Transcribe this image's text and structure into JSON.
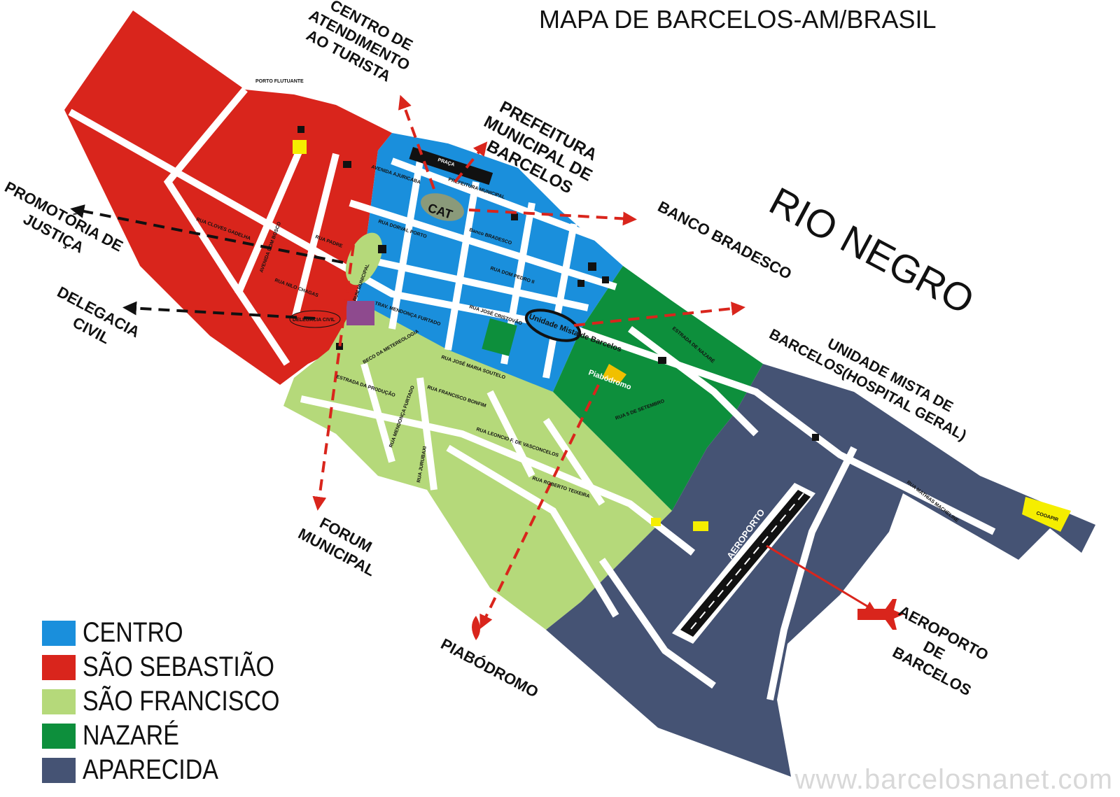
{
  "title": "MAPA DE BARCELOS-AM/BRASIL",
  "river": "RIO NEGRO",
  "colors": {
    "centro": "#1a8fdc",
    "sao_sebastiao": "#d9251c",
    "sao_francisco": "#b5d97a",
    "nazare": "#0d8f3c",
    "aparecida": "#455374",
    "arrow": "#d9251c",
    "black_arrow": "#111111"
  },
  "legend": [
    {
      "label": "CENTRO",
      "color": "#1a8fdc"
    },
    {
      "label": "SÃO SEBASTIÃO",
      "color": "#d9251c"
    },
    {
      "label": "SÃO FRANCISCO",
      "color": "#b5d97a"
    },
    {
      "label": "NAZARÉ",
      "color": "#0d8f3c"
    },
    {
      "label": "APARECIDA",
      "color": "#455374"
    }
  ],
  "callouts": {
    "cat": [
      "CENTRO DE",
      "ATENDIMENTO",
      "AO TURISTA"
    ],
    "prefeitura": [
      "PREFEITURA",
      "MUNICIPAL DE",
      "BARCELOS"
    ],
    "banco": "BANCO BRADESCO",
    "hospital": [
      "UNIDADE MISTA DE",
      "BARCELOS(HOSPITAL GERAL)"
    ],
    "promotoria": [
      "PROMOTÓRIA DE",
      "JUSTIÇA"
    ],
    "delegacia": [
      "DELEGACIA",
      "CIVIL"
    ],
    "forum": [
      "FORUM",
      "MUNICIPAL"
    ],
    "piabodromo": "PIABÓDROMO",
    "aeroporto": [
      "AEROPORTO",
      "DE",
      "BARCELOS"
    ]
  },
  "map_labels": {
    "praca": "PRAÇA",
    "prefeitura_municipal": "PREFEITURA MUNICIPAL",
    "cat": "CAT",
    "banco_bradesco": "Banco BRADESCO",
    "unidade_mista": "Unidade Mista de Barcelos",
    "piabodromo": "Piabódromo",
    "forum_municipal": "FORUM MUNICIPAL",
    "delegacia": "DELEGACIA CIVIL",
    "aeroporto": "AEROPORTO",
    "porto_flutuante": "PORTO FLUTUANTE",
    "cooapir": "COOAPIR"
  },
  "streets": [
    "AVENIDA AJURICABA",
    "RUA DORVAL PORTO",
    "RUA DOM PEDRO II",
    "RUA JOSÉ CRISTOVÃO",
    "TRAV. MENDONÇA FURTADO",
    "RUA MENDONÇA FURTADO",
    "RUA JOSÉ MARIA SOUTELO",
    "RUA FRANCISCO BONFIM",
    "RUA LEONCIO F. DE VASCONCELOS",
    "RUA ROBERTO TEIXEIRA",
    "ESTRADA DA PRODUÇÃO",
    "RUA MATHIAS MACHELINE",
    "RUA 5 DE SETEMBRO",
    "AVENIDA DOM BOSCO",
    "RUA CLOVES GADELHA",
    "RUA NILO CHAGAS",
    "RUA PADRE",
    "BECO DA METEREOLOGIA",
    "RUA JURUBAXI",
    "ESTRADA DE NAZARÉ"
  ],
  "watermark": "www.barcelosnanet.com"
}
